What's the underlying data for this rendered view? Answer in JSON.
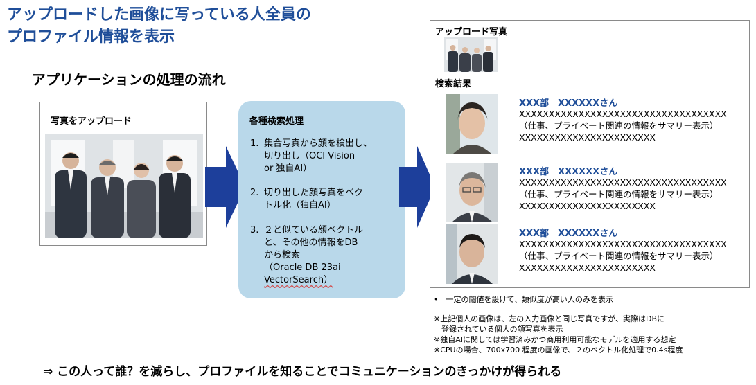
{
  "title": {
    "line1": "アップロードした画像に写っている人全員の",
    "line2": "プロファイル情報を表示"
  },
  "subtitle": "アプリケーションの処理の流れ",
  "upload": {
    "label": "写真をアップロード"
  },
  "process": {
    "label": "各種検索処理",
    "steps": [
      {
        "num": "1.",
        "lines": [
          "集合写真から顔を検出し、",
          "切り出し（OCI Vision",
          "or 独自AI）"
        ]
      },
      {
        "num": "2.",
        "lines": [
          "切り出した顔写真をベク",
          "トル化（独自AI）"
        ]
      },
      {
        "num": "3.",
        "lines": [
          "２と似ている顔ベクトル",
          "と、その他の情報をDB",
          "から検索",
          "（Oracle DB 23ai",
          "VectorSearch）"
        ]
      }
    ]
  },
  "results": {
    "upload_header": "アップロード写真",
    "search_header": "検索結果",
    "items": [
      {
        "name": "XXX部　XXXXXXさん",
        "line1": "XXXXXXXXXXXXXXXXXXXXXXXXXXXXXXXXXXX",
        "line2": "（仕事、プライベート関連の情報をサマリー表示）",
        "line3": "XXXXXXXXXXXXXXXXXXXXXXX"
      },
      {
        "name": "XXX部　XXXXXXさん",
        "line1": "XXXXXXXXXXXXXXXXXXXXXXXXXXXXXXXXXXX",
        "line2": "（仕事、プライベート関連の情報をサマリー表示）",
        "line3": "XXXXXXXXXXXXXXXXXXXXXXX"
      },
      {
        "name": "XXX部　XXXXXXさん",
        "line1": "XXXXXXXXXXXXXXXXXXXXXXXXXXXXXXXXXXX",
        "line2": "（仕事、プライベート関連の情報をサマリー表示）",
        "line3": "XXXXXXXXXXXXXXXXXXXXXXX"
      }
    ]
  },
  "notes": {
    "bullet": "•　一定の閾値を設けて、類似度が高い人のみを表示",
    "lines": [
      "※上記個人の画像は、左の入力画像と同じ写真ですが、実際はDBに",
      "　登録されている個人の顔写真を表示",
      "※独自AIに関しては学習済みかつ商用利用可能なモデルを適用する想定",
      "※CPUの場合、700x700 程度の画像で、２のベクトル化処理で0.4s程度"
    ]
  },
  "conclusion": "⇒ この人って誰？を減らし、プロファイルを知ることでコミュニケーションのきっかけが得られる",
  "colors": {
    "accent": "#1f4e99",
    "process_bg": "#b9d8ea",
    "arrow": "#1d3f9b"
  }
}
